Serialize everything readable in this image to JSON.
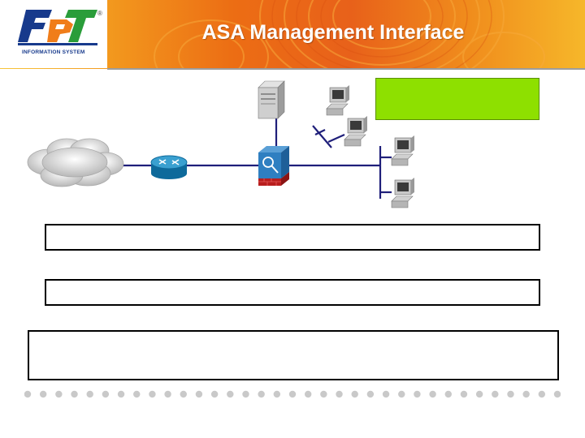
{
  "header": {
    "title": "ASA Management Interface",
    "logo_text": "FPT",
    "logo_caption": "INFORMATION SYSTEM",
    "trademark": "®"
  },
  "colors": {
    "header_gradient": [
      "#f7c53a",
      "#ec6d14",
      "#f6b72a"
    ],
    "logo_blue": "#173a8c",
    "logo_orange": "#f07d1a",
    "logo_green": "#2a9d3a",
    "network_line": "#1f1f7a",
    "green_box": "#8ee000",
    "dots": "#c9c9c9"
  },
  "diagram": {
    "nodes": [
      {
        "name": "cloud",
        "icon": "cloud-icon"
      },
      {
        "name": "router",
        "icon": "router-icon"
      },
      {
        "name": "asa-firewall",
        "icon": "firewall-icon"
      },
      {
        "name": "server",
        "icon": "server-icon"
      },
      {
        "name": "workstation-1",
        "icon": "workstation-icon"
      },
      {
        "name": "workstation-2",
        "icon": "workstation-icon"
      },
      {
        "name": "workstation-3",
        "icon": "workstation-icon"
      },
      {
        "name": "workstation-4",
        "icon": "workstation-icon"
      }
    ]
  },
  "content": {
    "green_box_text": "",
    "box1_text": "",
    "box2_text": "",
    "box3_text": ""
  },
  "footer": {
    "dot_count": 35
  }
}
